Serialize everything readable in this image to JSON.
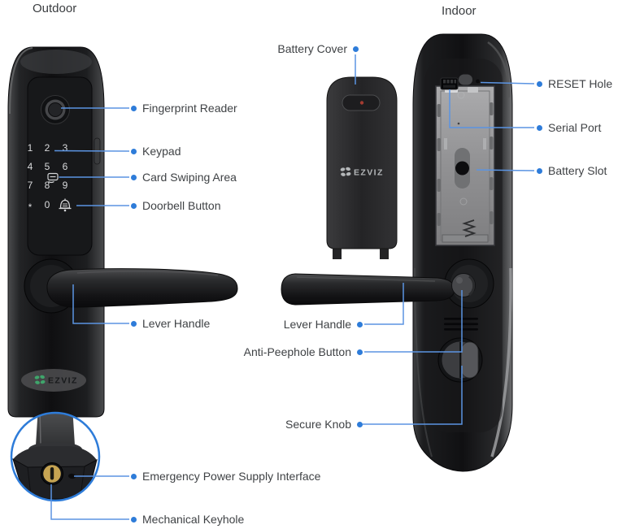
{
  "sections": {
    "outdoor": "Outdoor",
    "indoor": "Indoor"
  },
  "brand": {
    "name": "EZVIZ"
  },
  "outdoor": {
    "keypad": {
      "keys": [
        "1",
        "2",
        "3",
        "4",
        "5",
        "6",
        "7",
        "8",
        "9",
        "*",
        "0"
      ]
    }
  },
  "callouts": {
    "fingerprint_reader": "Fingerprint Reader",
    "keypad": "Keypad",
    "card_swiping_area": "Card Swiping Area",
    "doorbell_button": "Doorbell Button",
    "lever_handle_outdoor": "Lever Handle",
    "emergency_power_supply_interface": "Emergency Power Supply Interface",
    "mechanical_keyhole": "Mechanical Keyhole",
    "battery_cover": "Battery Cover",
    "reset_hole": "RESET Hole",
    "serial_port": "Serial Port",
    "battery_slot": "Battery Slot",
    "lever_handle_indoor": "Lever Handle",
    "anti_peephole_button": "Anti-Peephole Button",
    "secure_knob": "Secure Knob"
  },
  "colors": {
    "accent_blue": "#2E7CD9",
    "leader_line": "#5B94E2",
    "label_text": "#3F4245",
    "ezviz_green": "#3FA56B",
    "keyhole_gold": "#C6A452",
    "battery_dot_red": "#A33B31"
  }
}
